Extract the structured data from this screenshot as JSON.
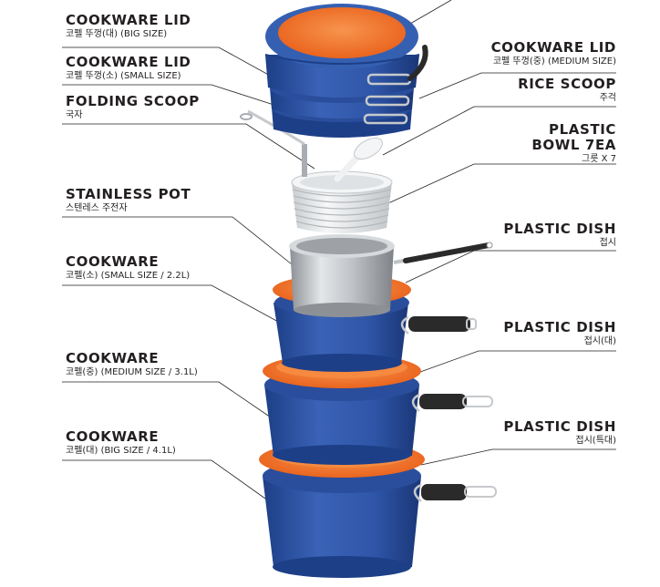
{
  "colors": {
    "blue": "#2f56a8",
    "blue_dark": "#1d3f87",
    "orange": "#f26b22",
    "orange_light": "#f7944d",
    "steel": "#c9ccd0",
    "plastic": "#eef0f1",
    "grip": "#2a2a2a",
    "leader": "#231f20"
  },
  "labels": {
    "lid_big": {
      "title": "COOKWARE LID",
      "sub": "코펠 뚜껑(대) (BIG SIZE)"
    },
    "lid_small": {
      "title": "COOKWARE LID",
      "sub": "코펠 뚜껑(소) (SMALL SIZE)"
    },
    "scoop_folding": {
      "title": "FOLDING SCOOP",
      "sub": "국자"
    },
    "stainless_pot": {
      "title": "STAINLESS POT",
      "sub": "스텐레스 주전자"
    },
    "cookware_small": {
      "title": "COOKWARE",
      "sub": "코펠(소) (SMALL SIZE / 2.2L)"
    },
    "cookware_medium": {
      "title": "COOKWARE",
      "sub": "코펠(중) (MEDIUM SIZE / 3.1L)"
    },
    "cookware_big": {
      "title": "COOKWARE",
      "sub": "코펠(대) (BIG SIZE / 4.1L)"
    },
    "lid_medium": {
      "title": "COOKWARE LID",
      "sub": "코펠 뚜껑(중) (MEDIUM SIZE)"
    },
    "rice_scoop": {
      "title": "RICE SCOOP",
      "sub": "주걱"
    },
    "plastic_bowl": {
      "title1": "PLASTIC",
      "title2": "BOWL 7EA",
      "sub": "그릇 X 7"
    },
    "dish_1": {
      "title": "PLASTIC DISH",
      "sub": "접시"
    },
    "dish_2": {
      "title": "PLASTIC DISH",
      "sub": "접시(대)"
    },
    "dish_3": {
      "title": "PLASTIC DISH",
      "sub": "접시(특대)"
    }
  }
}
